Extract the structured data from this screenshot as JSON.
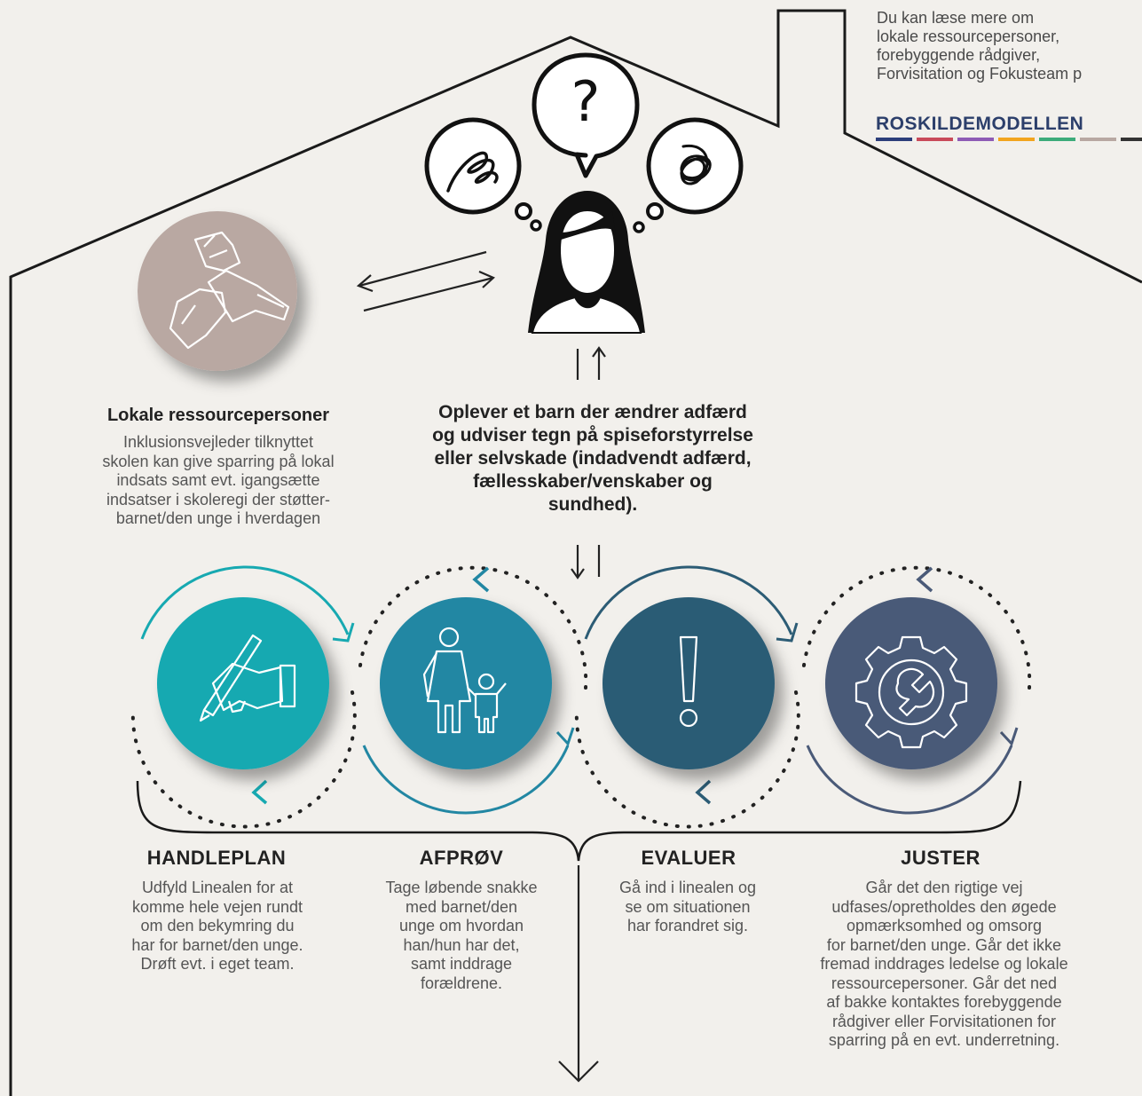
{
  "top_note": {
    "lines": [
      "Du kan læse mere om",
      "lokale ressourcepersoner,",
      "forebyggende rådgiver,",
      "Forvisitation og Fokusteam p"
    ],
    "brand": "ROSKILDEMODELLEN",
    "brand_colors": [
      "#2c3e7a",
      "#c94a5a",
      "#8e5bb5",
      "#f2a51e",
      "#3dab7a",
      "#b8a8a2",
      "#333333"
    ]
  },
  "resource": {
    "title": "Lokale ressourcepersoner",
    "text": "Inklusionsvejleder tilknyttet\nskolen kan give sparring på lokal\nindsats samt evt. igangsætte\nindsatser i skoleregi der støtter-\nbarnet/den unge i hverdagen",
    "icon": "hands-together-icon",
    "color": "#b9a8a2"
  },
  "center": {
    "question": "Oplever et barn der ændrer adfærd\nog udviser tegn på spiseforstyrrelse\neller selvskade (indadvendt adfærd,\nfællesskaber/venskaber og\nsundhed).",
    "person_icon": "woman-thinking-icon",
    "bubbles": [
      "scribble-icon",
      "question-mark-icon",
      "tangle-icon"
    ],
    "bubble_question": "?"
  },
  "stages": [
    {
      "title": "HANDLEPLAN",
      "icon": "hand-writing-icon",
      "color": "#17a9b1",
      "text": "Udfyld Linealen for at\nkomme hele vejen rundt\nom den bekymring du\nhar for barnet/den unge.\nDrøft evt. i eget team."
    },
    {
      "title": "AFPRØV",
      "icon": "parent-child-icon",
      "color": "#2287a3",
      "text": "Tage løbende snakke\nmed barnet/den\nunge om hvordan\nhan/hun har det,\nsamt inddrage\nforældrene."
    },
    {
      "title": "EVALUER",
      "icon": "exclamation-icon",
      "color": "#2c5c75",
      "text": "Gå ind i linealen og\nse om situationen\nhar forandret sig."
    },
    {
      "title": "JUSTER",
      "icon": "gear-wrench-icon",
      "color": "#4a5a78",
      "text": "Går det den rigtige vej\nudfases/opretholdes den øgede\nopmærksomhed og omsorg\nfor barnet/den unge. Går det ikke\nfremad inddrages ledelse og lokale\nressourcepersoner. Går det ned\naf bakke kontaktes forebyggende\nrådgiver eller Forvisitationen for\nsparring på en evt. underretning."
    }
  ]
}
